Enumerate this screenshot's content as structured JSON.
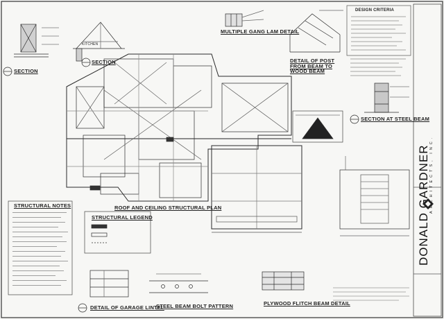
{
  "labels": {
    "section_left": "SECTION",
    "section_kitchen": "SECTION",
    "multiple_gang_lam": "MULTIPLE GANG LAM DETAIL",
    "detail_post": "DETAIL OF POST FROM BEAM TO WOOD BEAM",
    "section_steel_beam": "SECTION AT STEEL BEAM",
    "roof_ceiling_plan": "ROOF AND CEILING STRUCTURAL PLAN",
    "structural_notes": "STRUCTURAL NOTES",
    "structural_legend": "STRUCTURAL LEGEND",
    "detail_garage_lintel": "DETAIL OF GARAGE LINTEL",
    "steel_beam_bolt": "STEEL BEAM BOLT PATTERN",
    "plywood_flitch": "PLYWOOD FLITCH BEAM DETAIL",
    "design_criteria": "DESIGN CRITERIA",
    "kitchen": "KITCHEN"
  },
  "brand": {
    "name": "DONALD GARDNER",
    "sub": "ARCHITECTS, INC."
  },
  "colors": {
    "ink": "#222222",
    "paper": "#f7f7f5"
  }
}
